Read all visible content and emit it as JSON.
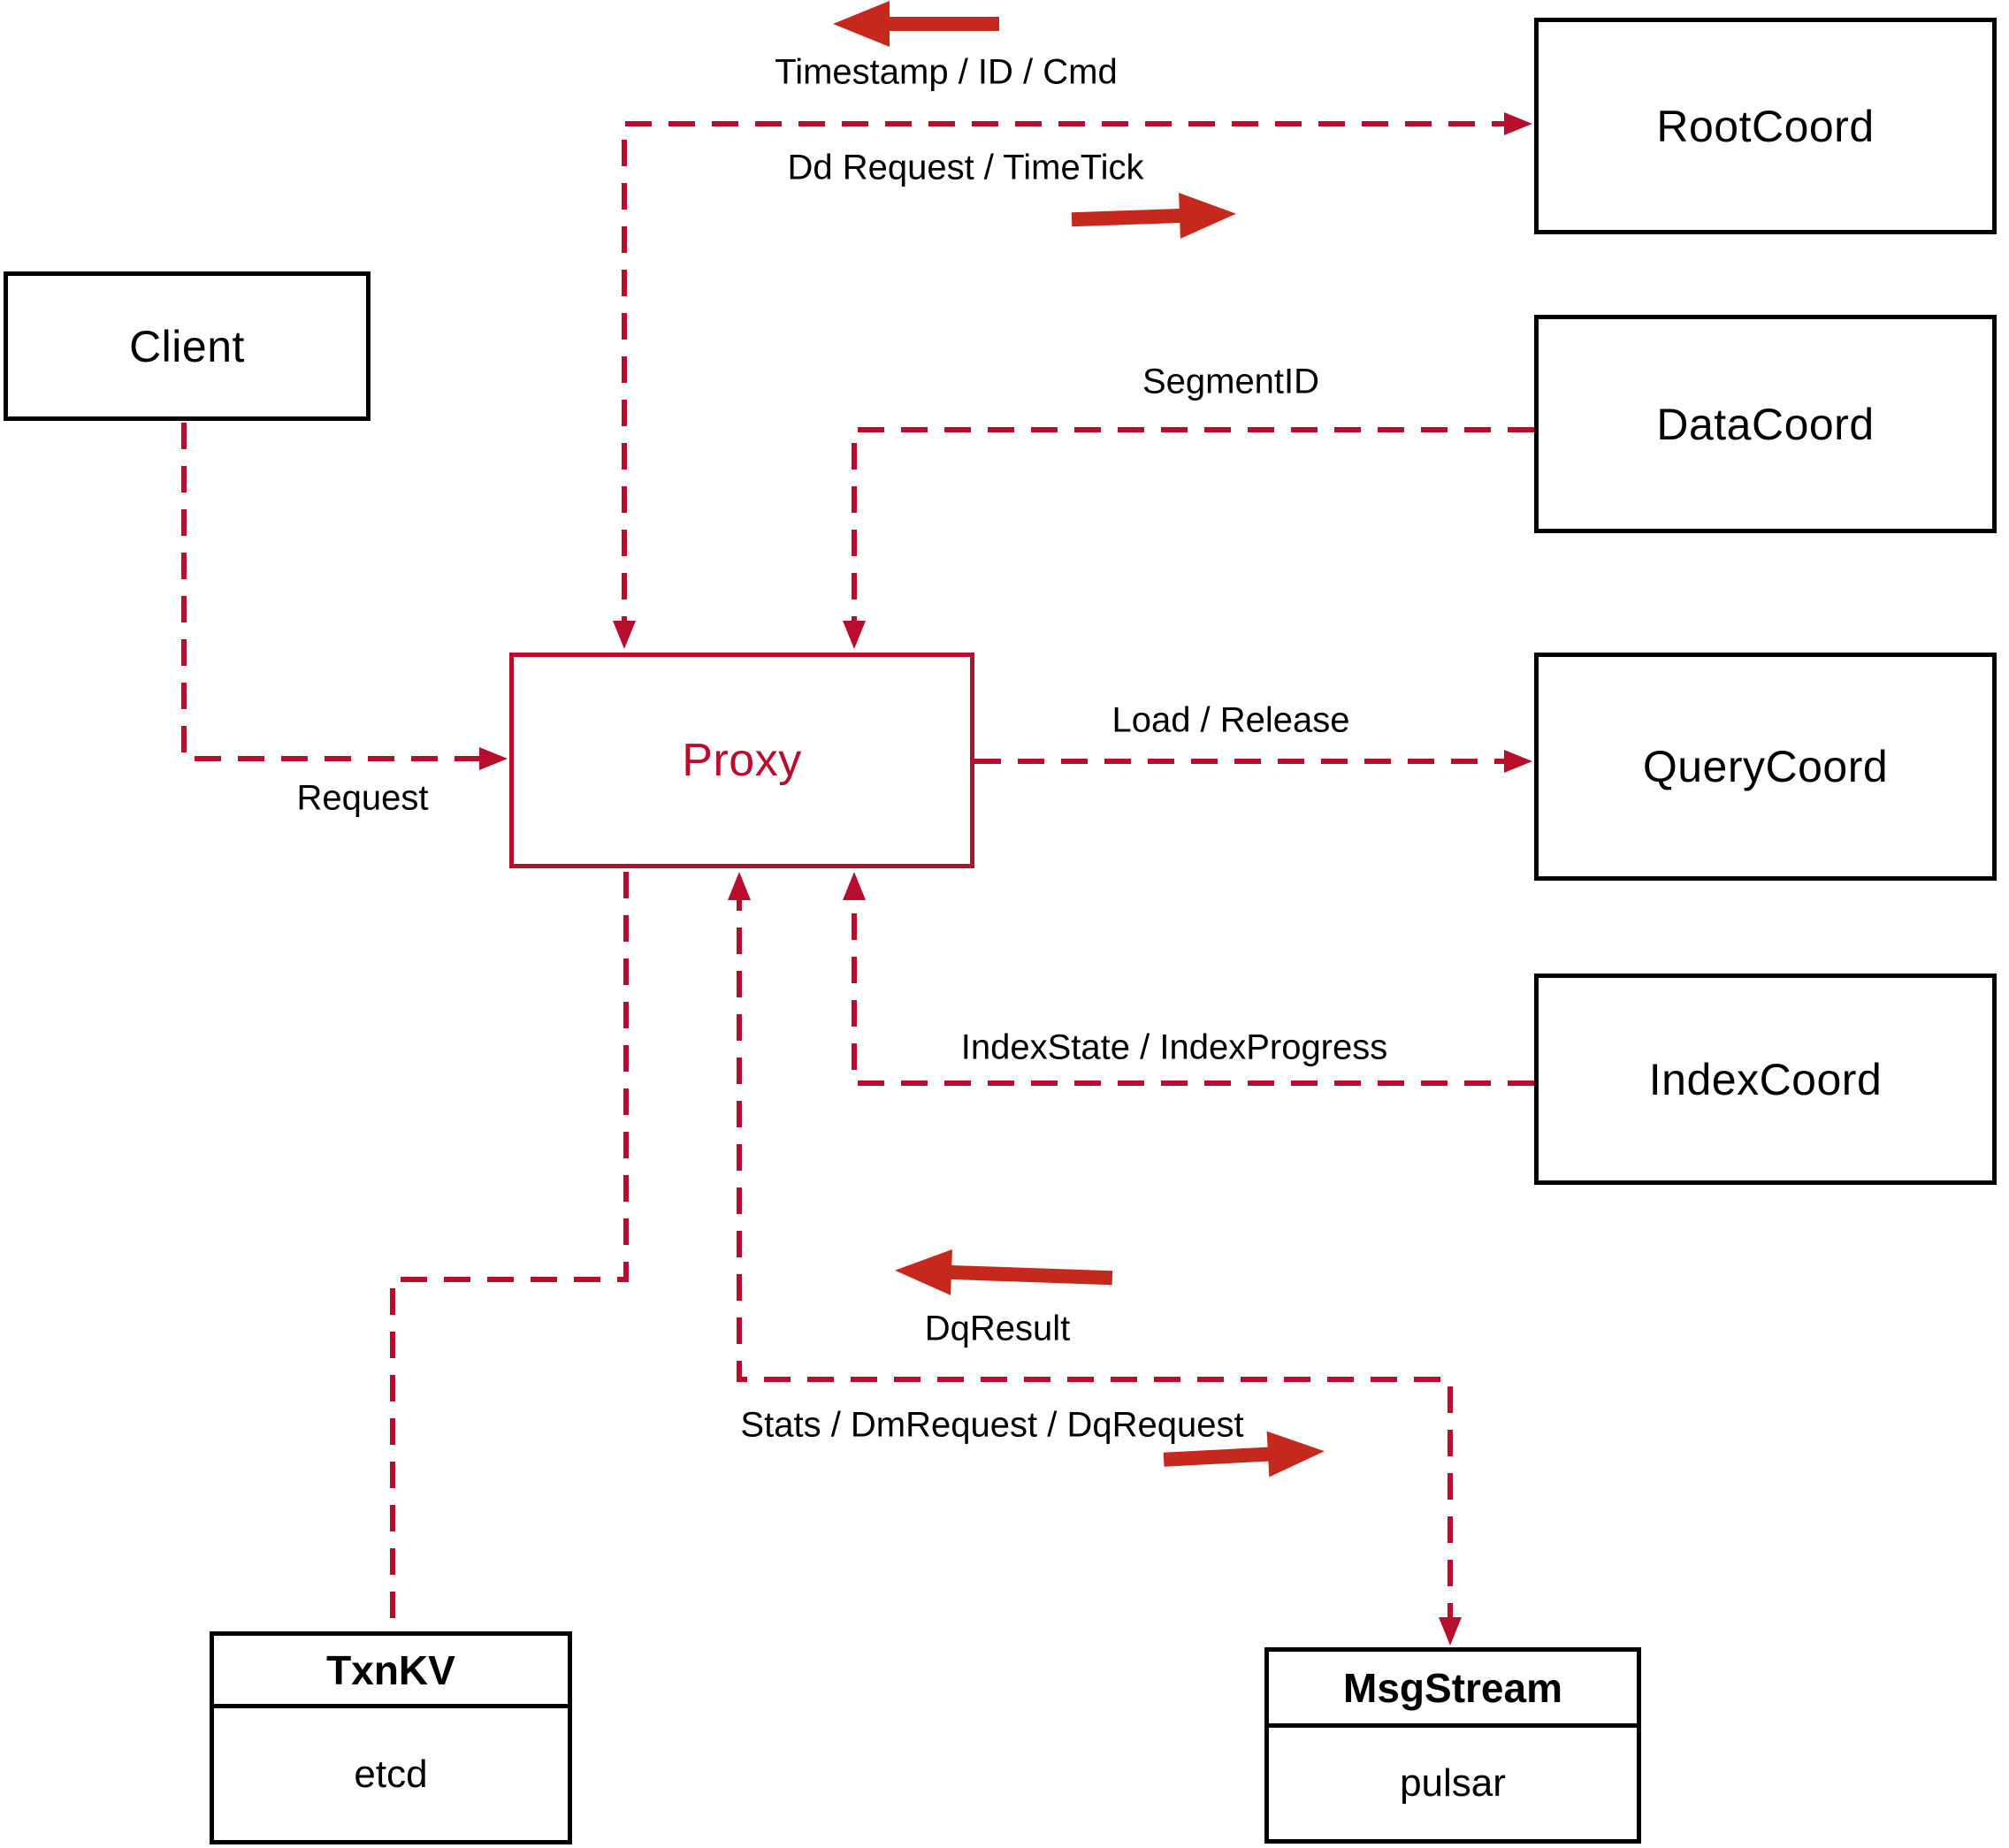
{
  "nodes": {
    "client": {
      "label": "Client"
    },
    "proxy": {
      "label": "Proxy"
    },
    "rootcoord": {
      "label": "RootCoord"
    },
    "datacoord": {
      "label": "DataCoord"
    },
    "querycoord": {
      "label": "QueryCoord"
    },
    "indexcoord": {
      "label": "IndexCoord"
    },
    "txnkv": {
      "title": "TxnKV",
      "impl": "etcd"
    },
    "msgstream": {
      "title": "MsgStream",
      "impl": "pulsar"
    }
  },
  "edges": [
    {
      "id": "client-proxy",
      "from": "Client",
      "to": "Proxy",
      "label": "Request"
    },
    {
      "id": "proxy-rootcoord",
      "from": "Proxy",
      "to": "RootCoord",
      "bidirectional": true,
      "label_up": "Timestamp / ID / Cmd",
      "label_down": "Dd Request / TimeTick"
    },
    {
      "id": "datacoord-proxy",
      "from": "DataCoord",
      "to": "Proxy",
      "label": "SegmentID"
    },
    {
      "id": "proxy-querycoord",
      "from": "Proxy",
      "to": "QueryCoord",
      "label": "Load / Release"
    },
    {
      "id": "indexcoord-proxy",
      "from": "IndexCoord",
      "to": "Proxy",
      "label": "IndexState / IndexProgress"
    },
    {
      "id": "proxy-msgstream",
      "from": "Proxy",
      "to": "MsgStream",
      "bidirectional": true,
      "label_up": "DqResult",
      "label_down": "Stats / DmRequest / DqRequest"
    },
    {
      "id": "proxy-txnkv",
      "from": "Proxy",
      "to": "TxnKV"
    }
  ],
  "colors": {
    "line": "#b80d2d",
    "arrow": "#c5281c",
    "border": "#000000",
    "background": "#ffffff"
  }
}
